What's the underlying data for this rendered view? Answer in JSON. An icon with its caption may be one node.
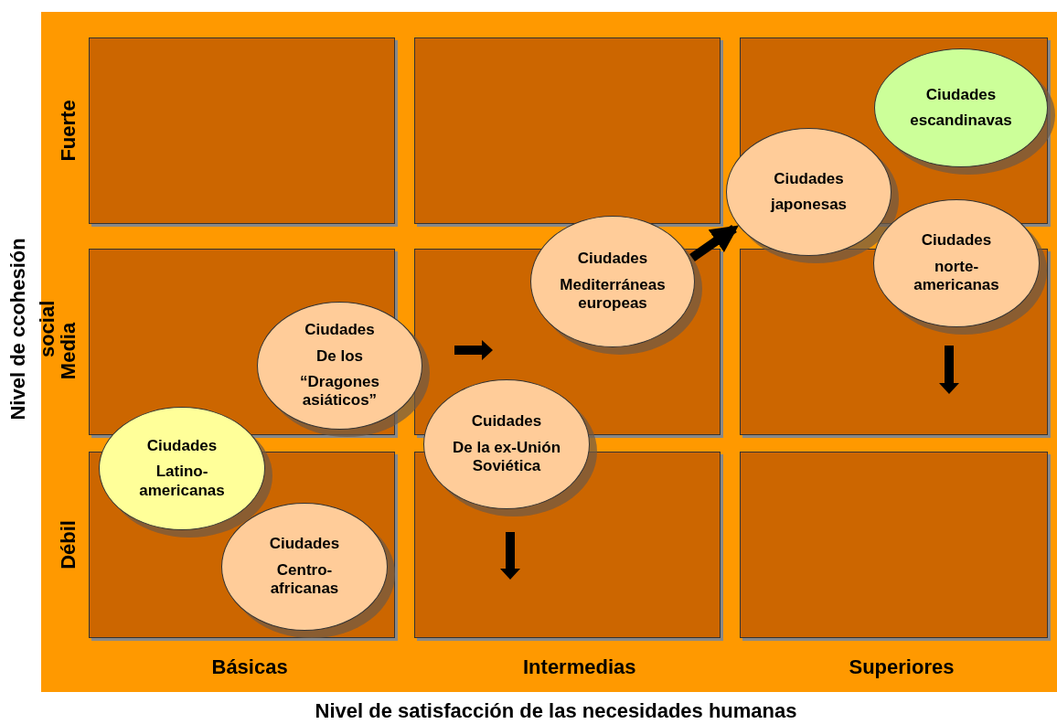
{
  "diagram": {
    "caption": "Nivel de satisfacción de las necesidades humanas",
    "nodes": [
      {
        "text": [
          "Ciudades",
          "escandinavas"
        ]
      },
      {
        "text": [
          "Ciudades",
          "japonesas"
        ]
      },
      {
        "text": [
          "Ciudades",
          "norte-americanas"
        ]
      },
      {
        "text": [
          "Ciudades",
          "Mediterráneas europeas"
        ]
      },
      {
        "text": [
          "Ciudades",
          "De los",
          "“Dragones asiáticos”"
        ]
      },
      {
        "text": [
          "Cuidades",
          "De la ex-Unión Soviética"
        ]
      },
      {
        "text": [
          "Ciudades",
          "Latino-americanas"
        ]
      },
      {
        "text": [
          "Ciudades",
          "Centro-africanas"
        ]
      }
    ],
    "edges": [
      {
        "from": 3,
        "to": 1,
        "arrow": "to"
      }
    ],
    "labels": [
      "Nivel de ccohesión social",
      "Fuerte",
      "Media",
      "Débil",
      "Básicas",
      "Intermedias",
      "Superiores"
    ]
  }
}
